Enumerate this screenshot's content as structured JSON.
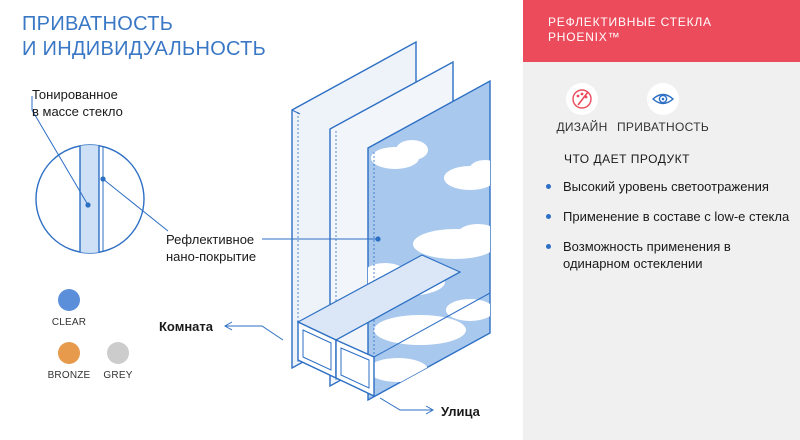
{
  "title": {
    "line1": "ПРИВАТНОСТЬ",
    "line2": "И ИНДИВИДУАЛЬНОСТЬ"
  },
  "labels": {
    "tinted_line1": "Тонированное",
    "tinted_line2": "в массе стекло",
    "nano_line1": "Рефлективное",
    "nano_line2": "нано-покрытие",
    "room": "Комната",
    "street": "Улица"
  },
  "colors_options": [
    {
      "name": "CLEAR",
      "color": "#5b8fd9"
    },
    {
      "name": "BRONZE",
      "color": "#e79a4c"
    },
    {
      "name": "GREY",
      "color": "#cccccc"
    }
  ],
  "panel": {
    "header_line1": "РЕФЛЕКТИВНЫЕ СТЕКЛА",
    "header_line2": "PHOENIX™",
    "header_color": "#ec4b5c",
    "features": [
      {
        "label": "ДИЗАЙН",
        "icon": "design-palette-icon"
      },
      {
        "label": "ПРИВАТНОСТЬ",
        "icon": "eye-icon"
      }
    ],
    "section_title": "ЧТО ДАЕТ ПРОДУКТ",
    "benefits": [
      "Высокий уровень светоотражения",
      "Применение в составе с low-e стекла",
      "Возможность применения в одинарном остеклении"
    ]
  },
  "accent_color": "#3a78c6"
}
